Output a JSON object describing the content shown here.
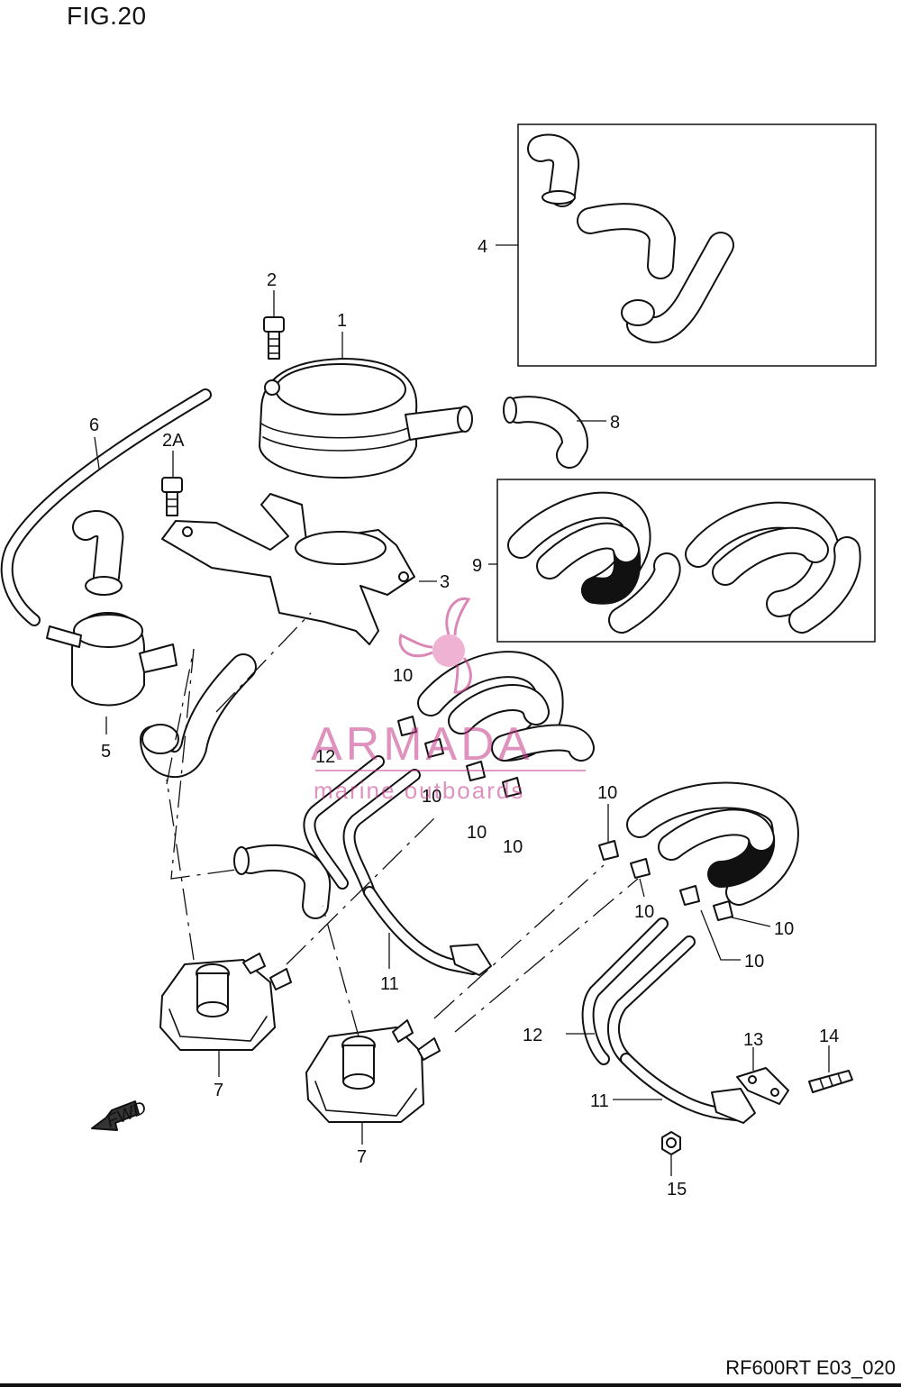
{
  "figure": {
    "title": "FIG.20",
    "code": "RF600RT E03_020"
  },
  "watermark": {
    "brand": "ARMADA",
    "tagline": "marine outboards",
    "color": "#c43a88"
  },
  "callouts": [
    {
      "id": "c1",
      "text": "1"
    },
    {
      "id": "c2",
      "text": "2"
    },
    {
      "id": "c2a",
      "text": "2A"
    },
    {
      "id": "c3",
      "text": "3"
    },
    {
      "id": "c4",
      "text": "4"
    },
    {
      "id": "c5",
      "text": "5"
    },
    {
      "id": "c6",
      "text": "6"
    },
    {
      "id": "c7a",
      "text": "7"
    },
    {
      "id": "c7b",
      "text": "7"
    },
    {
      "id": "c8",
      "text": "8"
    },
    {
      "id": "c9",
      "text": "9"
    },
    {
      "id": "c10a",
      "text": "10"
    },
    {
      "id": "c10b",
      "text": "10"
    },
    {
      "id": "c10c",
      "text": "10"
    },
    {
      "id": "c10d",
      "text": "10"
    },
    {
      "id": "c10e",
      "text": "10"
    },
    {
      "id": "c10f",
      "text": "10"
    },
    {
      "id": "c10g",
      "text": "10"
    },
    {
      "id": "c10h",
      "text": "10"
    },
    {
      "id": "c11a",
      "text": "11"
    },
    {
      "id": "c11b",
      "text": "11"
    },
    {
      "id": "c12a",
      "text": "12"
    },
    {
      "id": "c12b",
      "text": "12"
    },
    {
      "id": "c13",
      "text": "13"
    },
    {
      "id": "c14",
      "text": "14"
    },
    {
      "id": "c15",
      "text": "15"
    }
  ],
  "fwd_badge": "FWD"
}
